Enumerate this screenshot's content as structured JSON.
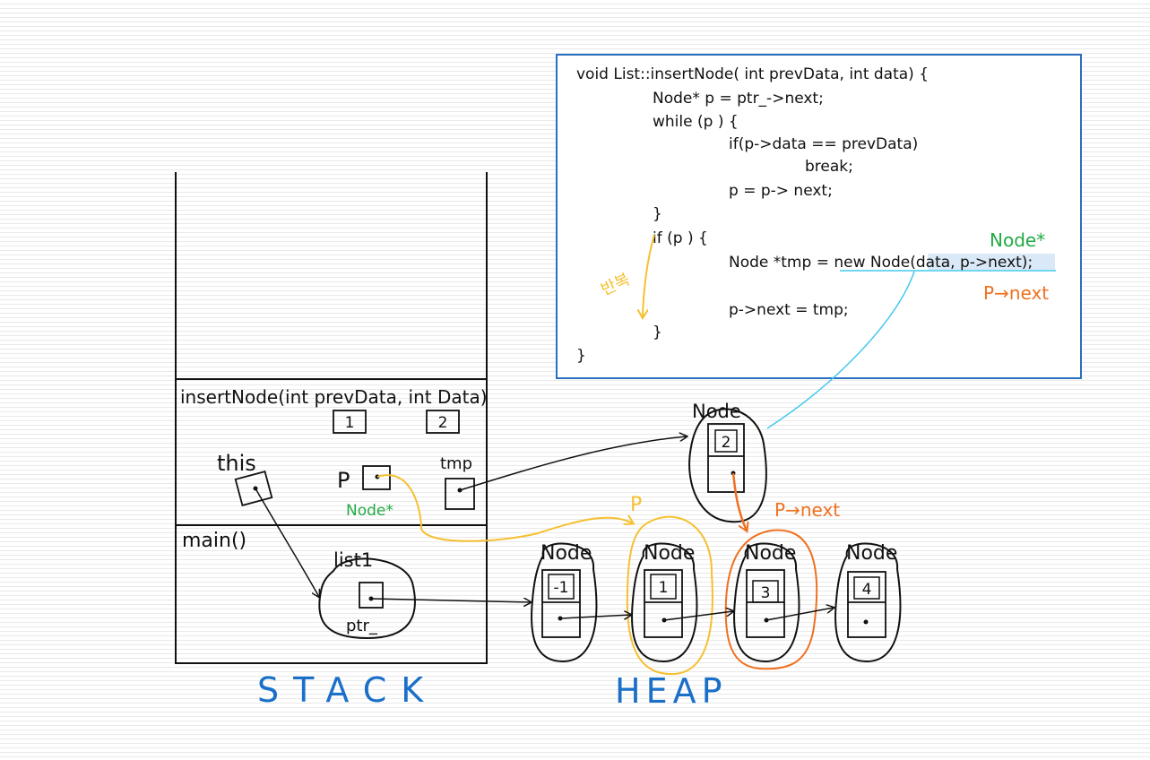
{
  "code": {
    "lines": [
      "void List::insertNode( int prevData, int data) {",
      "Node* p = ptr_->next;",
      "while (p ) {",
      "if(p->data == prevData)",
      "break;",
      "p = p-> next;",
      "}",
      "if (p ) {",
      "Node *tmp = new Node(data, p->next);",
      "p->next = tmp;",
      "}",
      "}"
    ]
  },
  "annotations": {
    "node_ptr_type": "Node*",
    "p_next": "P→next",
    "repeat": "반복",
    "p_label": "P",
    "p_next_heap": "P→next",
    "node_ptr_stack": "Node*"
  },
  "stack": {
    "frame_insert": "insertNode(int prevData, int Data)",
    "arg1": "1",
    "arg2": "2",
    "this_label": "this",
    "p_var": "P",
    "tmp_var": "tmp",
    "frame_main": "main()",
    "list_label": "list1",
    "ptr_label": "ptr_",
    "caption": "STACK"
  },
  "heap": {
    "caption": "HEAP",
    "new_node_label": "Node",
    "new_node_value": "2",
    "nodes": [
      {
        "label": "Node",
        "value": "-1"
      },
      {
        "label": "Node",
        "value": "1"
      },
      {
        "label": "Node",
        "value": "3"
      },
      {
        "label": "Node",
        "value": "4"
      }
    ]
  },
  "colors": {
    "ink": "#111111",
    "green": "#22aa44",
    "orange": "#f07020",
    "yellow": "#f5c030",
    "cyan": "#44c8ee",
    "blue": "#1a70c8"
  }
}
